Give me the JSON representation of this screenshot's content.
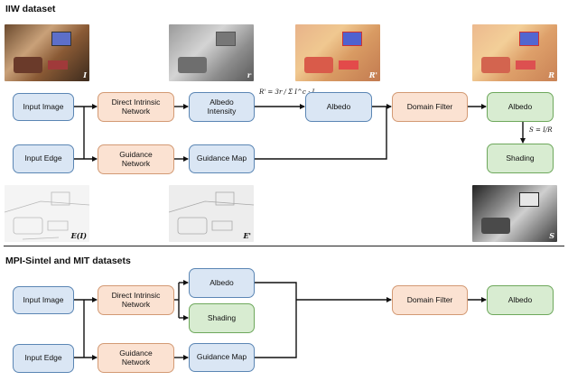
{
  "sections": {
    "top_title": "IIW dataset",
    "bottom_title": "MPI-Sintel and MIT datasets"
  },
  "top": {
    "input_image": "Input Image",
    "input_edge": "Input Edge",
    "direct_intrinsic": "Direct Intrinsic\nNetwork",
    "guidance_network": "Guidance\nNetwork",
    "albedo_intensity": "Albedo\nIntensity",
    "guidance_map": "Guidance Map",
    "albedo": "Albedo",
    "domain_filter": "Domain Filter",
    "albedo_out": "Albedo",
    "shading_out": "Shading",
    "formula_r": "R' = 3r / Σ I^c · I",
    "formula_s": "S = I/R"
  },
  "bottom": {
    "input_image": "Input Image",
    "input_edge": "Input Edge",
    "direct_intrinsic": "Direct Intrinsic\nNetwork",
    "guidance_network": "Guidance\nNetwork",
    "albedo": "Albedo",
    "shading": "Shading",
    "guidance_map": "Guidance Map",
    "domain_filter": "Domain Filter",
    "albedo_out": "Albedo"
  },
  "thumbnails": {
    "input": "I",
    "intensity": "r",
    "albedo_rough": "R'",
    "albedo_final": "R",
    "edge": "E(I)",
    "edge_guided": "E'",
    "shading": "S"
  },
  "colors": {
    "blue_fill": "#dae6f4",
    "blue_border": "#5b86b4",
    "orange_fill": "#fbe2d2",
    "orange_border": "#d39a74",
    "green_fill": "#d8ecd1",
    "green_border": "#6ea85c"
  }
}
